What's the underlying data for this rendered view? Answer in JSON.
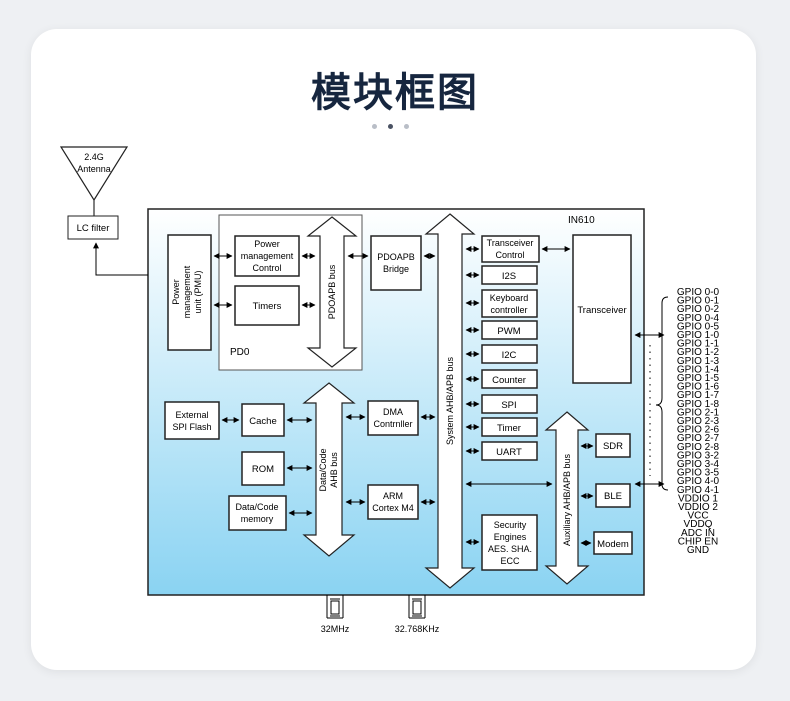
{
  "heading": "模块框图",
  "carousel": {
    "count": 3,
    "active": 1
  },
  "chip": {
    "name": "IN610",
    "domain": "PD0"
  },
  "antenna": {
    "line1": "2.4G",
    "line2": "Antenna"
  },
  "lc_filter": "LC filter",
  "pmu": {
    "line1": "Power",
    "line2": "management",
    "line3": "unit (PMU)"
  },
  "power_ctrl": {
    "line1": "Power",
    "line2": "management",
    "line3": "Control"
  },
  "timers": "Timers",
  "pdoapb_bus": "PDOAPB bus",
  "pdoapb_bridge": {
    "line1": "PDOAPB",
    "line2": "Bridge"
  },
  "ext_flash": {
    "line1": "External",
    "line2": "SPI Flash"
  },
  "cache": "Cache",
  "rom": "ROM",
  "datacode_memory": {
    "line1": "Data/Code",
    "line2": "memory"
  },
  "datacode_bus": {
    "line1": "Data/Code",
    "line2": "AHB bus"
  },
  "dma": {
    "line1": "DMA",
    "line2": "Contrnller"
  },
  "arm": {
    "line1": "ARM",
    "line2": "Cortex M4"
  },
  "system_bus": "System AHB/APB bus",
  "peripherals": {
    "transceiver_ctrl": {
      "line1": "Transceiver",
      "line2": "Control"
    },
    "i2s": "I2S",
    "keyboard": {
      "line1": "Keyboard",
      "line2": "controller"
    },
    "pwm": "PWM",
    "i2c": "I2C",
    "counter": "Counter",
    "spi": "SPI",
    "timer": "Timer",
    "uart": "UART",
    "security": {
      "line1": "Security",
      "line2": "Engines",
      "line3": "AES. SHA.",
      "line4": "ECC"
    }
  },
  "transceiver": "Transceiver",
  "aux_bus": "Auxiliary AHB/APB bus",
  "sdr": "SDR",
  "ble": "BLE",
  "modem": "Modem",
  "crystals": {
    "c1": "32MHz",
    "c2": "32.768KHz"
  },
  "pins": [
    "GPIO 0-0",
    "GPIO 0-1",
    "GPIO 0-2",
    "GPIO 0-4",
    "GPIO 0-5",
    "GPIO 1-0",
    "GPIO 1-1",
    "GPIO 1-2",
    "GPIO 1-3",
    "GPIO 1-4",
    "GPIO 1-5",
    "GPIO 1-6",
    "GPIO 1-7",
    "GPIO 1-8",
    "GPIO 2-1",
    "GPIO 2-3",
    "GPIO 2-6",
    "GPIO 2-7",
    "GPIO 2-8",
    "GPIO 3-2",
    "GPIO 3-4",
    "GPIO 3-5",
    "GPIO 4-0",
    "GPIO 4-1",
    "VDDIO 1",
    "VDDIO 2",
    "VCC",
    "VDDQ",
    "ADC IN",
    "CHIP EN",
    "GND"
  ]
}
